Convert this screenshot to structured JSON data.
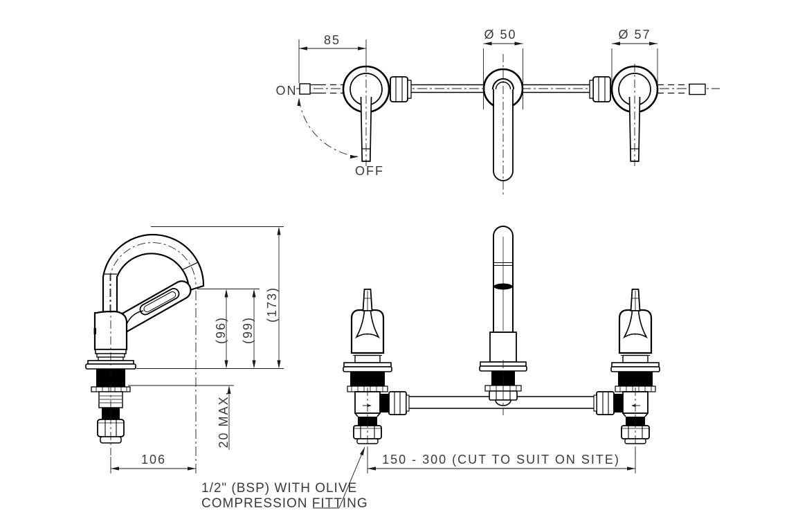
{
  "drawing": {
    "background": "#ffffff",
    "line_color": "#000000",
    "text_color": "#3a3a3a"
  },
  "plan_view": {
    "dim_handle_spacing": "85",
    "dim_spout_flange_dia": "Ø 50",
    "dim_handle_flange_dia": "Ø 57",
    "handle_on_label": "ON",
    "handle_off_label": "OFF"
  },
  "side_view": {
    "dim_spout_outlet_height": "(96)",
    "dim_spout_clearance_height": "(99)",
    "dim_overall_height": "(173)",
    "dim_deck_thickness": "20 MAX.",
    "dim_spout_reach": "106"
  },
  "front_view": {
    "dim_pipe_span": "150 - 300 (CUT TO SUIT ON SITE)"
  },
  "notes": {
    "fitting_line1": "1/2\" (BSP) WITH OLIVE",
    "fitting_line2": "COMPRESSION FITTING"
  }
}
